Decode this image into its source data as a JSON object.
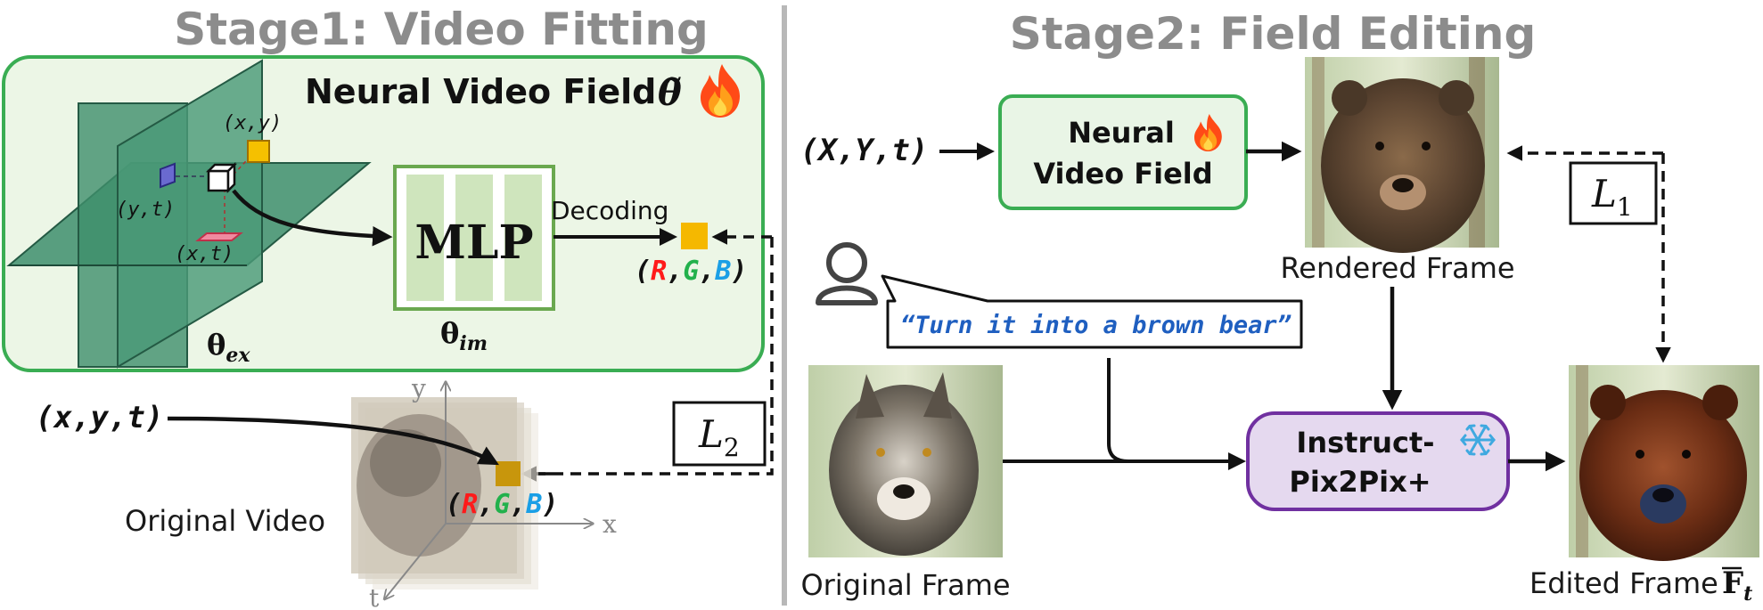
{
  "stage1": {
    "title": "Stage1: Video Fitting",
    "field_title": "Neural Video Field",
    "field_symbol": "θ̃",
    "plane_labels": {
      "xy": "(x,y)",
      "yt": "(y,t)",
      "xt": "(x,t)"
    },
    "theta_ex": {
      "base": "θ",
      "sub": "ex"
    },
    "theta_im": {
      "base": "θ",
      "sub": "im"
    },
    "mlp_label": "MLP",
    "decoding_label": "Decoding",
    "rgb_top": {
      "open": "(",
      "r": "R",
      "g": "G",
      "b": "B",
      "close": ")",
      "sep": ","
    },
    "rgb_bottom": {
      "open": "(",
      "r": "R",
      "g": "G",
      "b": "B",
      "close": ")",
      "sep": ","
    },
    "input_coord": "(x,y,t)",
    "loss": {
      "base": "L",
      "sub": "2"
    },
    "video_axes": {
      "x": "x",
      "y": "y",
      "t": "t"
    },
    "original_video_label": "Original Video"
  },
  "stage2": {
    "title": "Stage2: Field Editing",
    "input_coord": "(X,Y,t)",
    "nvf_line1": "Neural",
    "nvf_line2": "Video Field",
    "rendered_label": "Rendered Frame",
    "loss": {
      "base": "L",
      "sub": "1"
    },
    "prompt": "“Turn it into a brown bear”",
    "original_frame_label": "Original Frame",
    "ip2p_line1": "Instruct-",
    "ip2p_line2": "Pix2Pix+",
    "edited_label": "Edited Frame",
    "edited_symbol": {
      "base": "F",
      "sub": "t"
    }
  },
  "colors": {
    "panel_green_fill": "#ecf6e6",
    "panel_green_stroke": "#3aad53",
    "plane_green": "#3e8e6c",
    "mlp_fill": "#cfe5bd",
    "mlp_stroke": "#6aa84f",
    "nvf_fill": "#e9f5e6",
    "ip2p_fill": "#e5d9ef",
    "ip2p_stroke": "#7030a0",
    "pixel_orange": "#f5b800",
    "pixel_dark": "#c8960c",
    "rgb_red": "#ff1a1a",
    "rgb_green": "#22b14c",
    "rgb_blue": "#1a9fe6",
    "divider": "#b8b8b8",
    "prompt_blue": "#1f5fc0"
  },
  "icons": [
    "fire-icon",
    "snowflake-icon",
    "user-icon",
    "trainable-fire-icon"
  ]
}
